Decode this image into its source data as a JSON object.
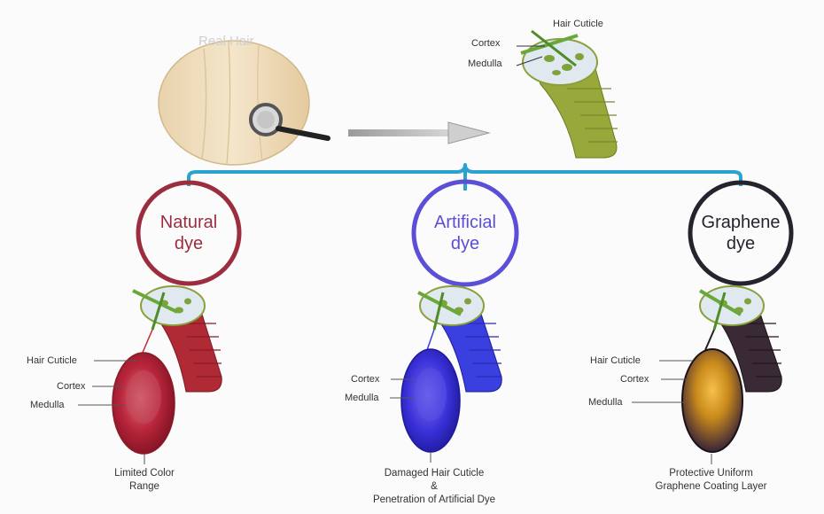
{
  "top": {
    "real_hair_label": "Real Hair",
    "labels": {
      "hair_cuticle": "Hair Cuticle",
      "cortex": "Cortex",
      "medulla": "Medulla"
    }
  },
  "branches": [
    {
      "id": "natural",
      "title_line1": "Natural",
      "title_line2": "dye",
      "color": "#9c2d3f",
      "labels": {
        "hair_cuticle": "Hair Cuticle",
        "cortex": "Cortex",
        "medulla": "Medulla"
      },
      "caption_line1": "Limited Color",
      "caption_line2": "Range",
      "caption_line3": ""
    },
    {
      "id": "artificial",
      "title_line1": "Artificial",
      "title_line2": "dye",
      "color": "#5a4fd6",
      "labels": {
        "hair_cuticle": "",
        "cortex": "Cortex",
        "medulla": "Medulla"
      },
      "caption_line1": "Damaged Hair Cuticle",
      "caption_line2": "&",
      "caption_line3": "Penetration of Artificial Dye"
    },
    {
      "id": "graphene",
      "title_line1": "Graphene",
      "title_line2": "dye",
      "color": "#25232e",
      "labels": {
        "hair_cuticle": "Hair Cuticle",
        "cortex": "Cortex",
        "medulla": "Medulla"
      },
      "caption_line1": "Protective Uniform",
      "caption_line2": "Graphene Coating Layer",
      "caption_line3": ""
    }
  ],
  "colors": {
    "connector": "#2aa3cf",
    "natural": "#9c2d3f",
    "artificial": "#5a4fd6",
    "graphene": "#25232e",
    "hair_green": "#9aaa3a",
    "hair_red": "#b02a35",
    "hair_blue": "#3a3fe0",
    "hair_dark": "#3a2a35",
    "ellipse_gold": "#c9931e"
  }
}
